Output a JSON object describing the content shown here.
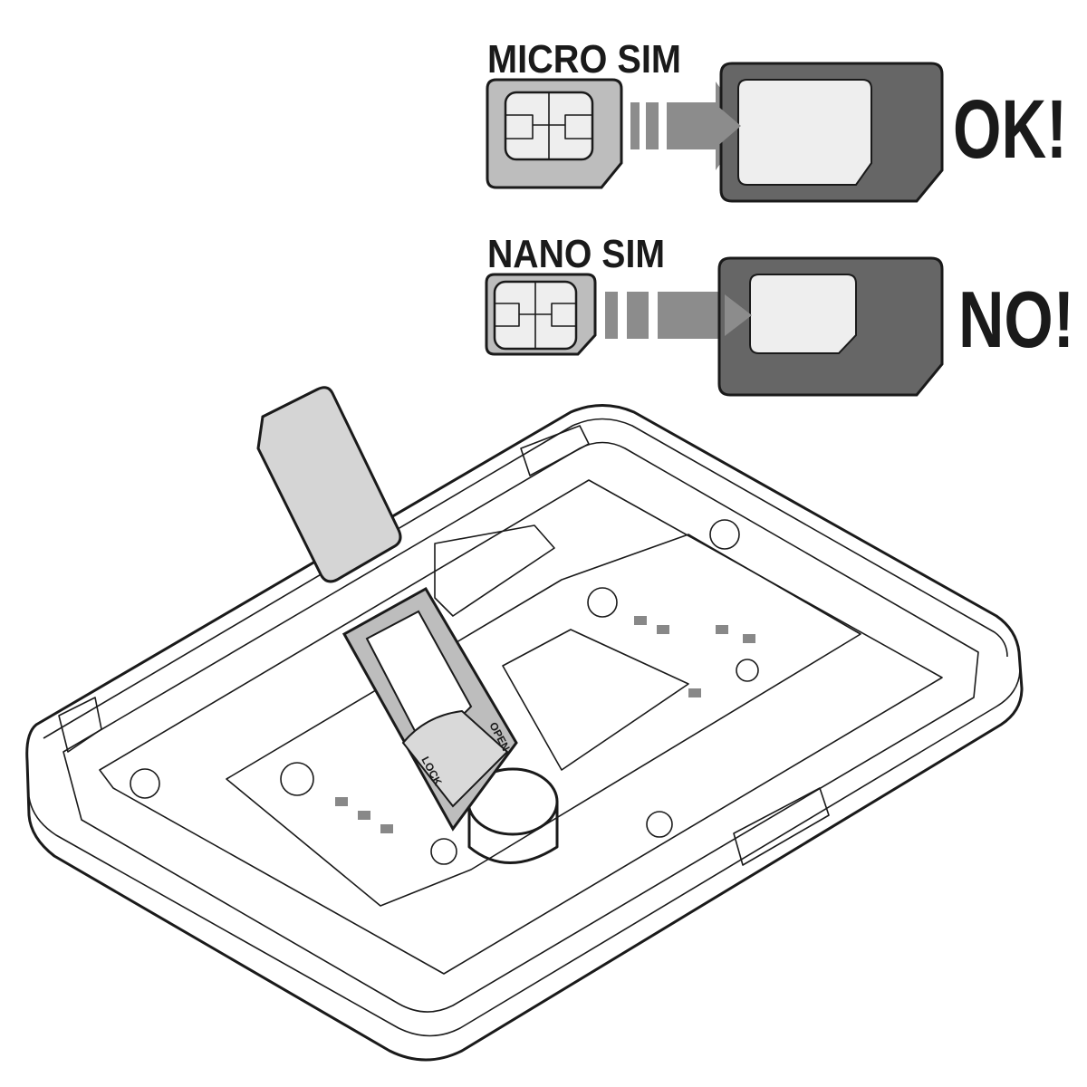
{
  "micro_sim": {
    "label": "MICRO SIM",
    "verdict": "OK!"
  },
  "nano_sim": {
    "label": "NANO SIM",
    "verdict": "NO!"
  },
  "sim_holder": {
    "open_label": "OPEN",
    "lock_label": "LOCK"
  },
  "colors": {
    "sim_card": "#bdbdbd",
    "chip": "#eeeeee",
    "arrow": "#8c8c8c",
    "slot_adapter": "#666666",
    "outline": "#1a1a1a"
  }
}
